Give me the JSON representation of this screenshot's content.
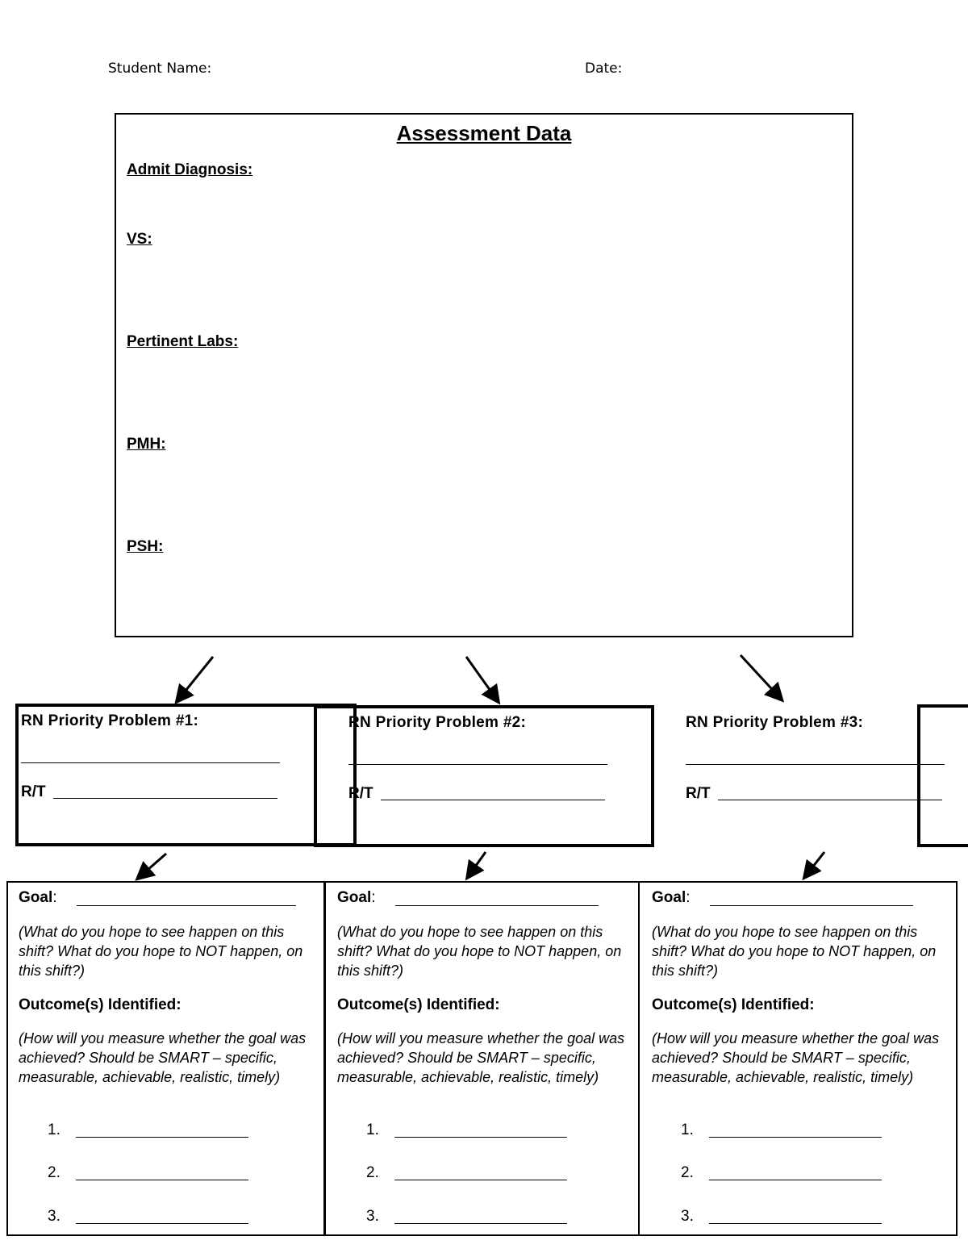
{
  "header": {
    "student_name_label": "Student Name:",
    "date_label": "Date:"
  },
  "assessment": {
    "title": "Assessment Data",
    "fields": [
      "Admit Diagnosis:",
      "VS:",
      "Pertinent Labs:",
      "PMH:",
      "PSH:"
    ]
  },
  "problems": [
    {
      "title": "RN Priority Problem #1:",
      "rt_label": "R/T"
    },
    {
      "title": "RN Priority Problem #2:",
      "rt_label": "R/T"
    },
    {
      "title": "RN Priority Problem #3:",
      "rt_label": "R/T"
    }
  ],
  "goal_sections": [
    {
      "goal_label": "Goal",
      "goal_colon": ":",
      "goal_prompt": "(What do you hope to see happen on this shift? What do you hope to NOT happen, on this shift?)",
      "outcome_label": "Outcome(s) Identified:",
      "outcome_prompt": "(How will you measure whether the goal was achieved? Should be SMART – specific, measurable, achievable, realistic, timely)",
      "numbers": [
        "1.",
        "2.",
        "3."
      ]
    },
    {
      "goal_label": "Goal",
      "goal_colon": ":",
      "goal_prompt": "(What do you hope to see happen on this shift? What do you hope to NOT happen, on this shift?)",
      "outcome_label": "Outcome(s) Identified:",
      "outcome_prompt": "(How will you measure whether the goal was achieved? Should be SMART – specific, measurable, achievable, realistic, timely)",
      "numbers": [
        "1.",
        "2.",
        "3."
      ]
    },
    {
      "goal_label": "Goal",
      "goal_colon": ":",
      "goal_prompt": "(What do you hope to see happen on this shift? What do you hope to NOT happen, on this shift?)",
      "outcome_label": "Outcome(s) Identified:",
      "outcome_prompt": "(How will you measure whether the goal was achieved? Should be SMART – specific, measurable, achievable, realistic, timely)",
      "numbers": [
        "1.",
        "2.",
        "3."
      ]
    }
  ]
}
